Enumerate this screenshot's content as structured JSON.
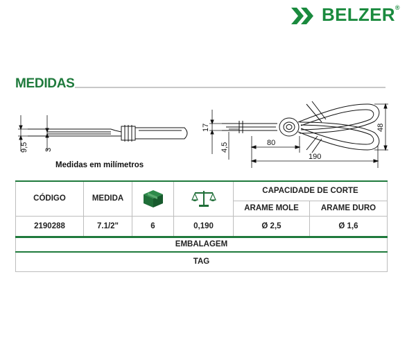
{
  "brand": {
    "name": "BELZER",
    "reg": "®",
    "color": "#1a8a3e"
  },
  "section": {
    "title": "MEDIDAS"
  },
  "dimensions": {
    "d1": "9,5",
    "d2": "3",
    "d3": "17",
    "d4": "4,5",
    "d5": "80",
    "d6": "190",
    "d7": "48"
  },
  "note": "Medidas em milímetros",
  "table": {
    "headers": {
      "codigo": "CÓDIGO",
      "medida": "MEDIDA",
      "capacidade": "CAPACIDADE DE CORTE",
      "arame_mole": "ARAME MOLE",
      "arame_duro": "ARAME DURO"
    },
    "icons": {
      "quantity": "box-icon",
      "weight": "scale-icon"
    },
    "row": {
      "codigo": "2190288",
      "medida": "7.1/2\"",
      "quantidade": "6",
      "peso": "0,190",
      "arame_mole": "Ø 2,5",
      "arame_duro": "Ø 1,6"
    },
    "embalagem_label": "EMBALAGEM",
    "embalagem_value": "TAG"
  }
}
